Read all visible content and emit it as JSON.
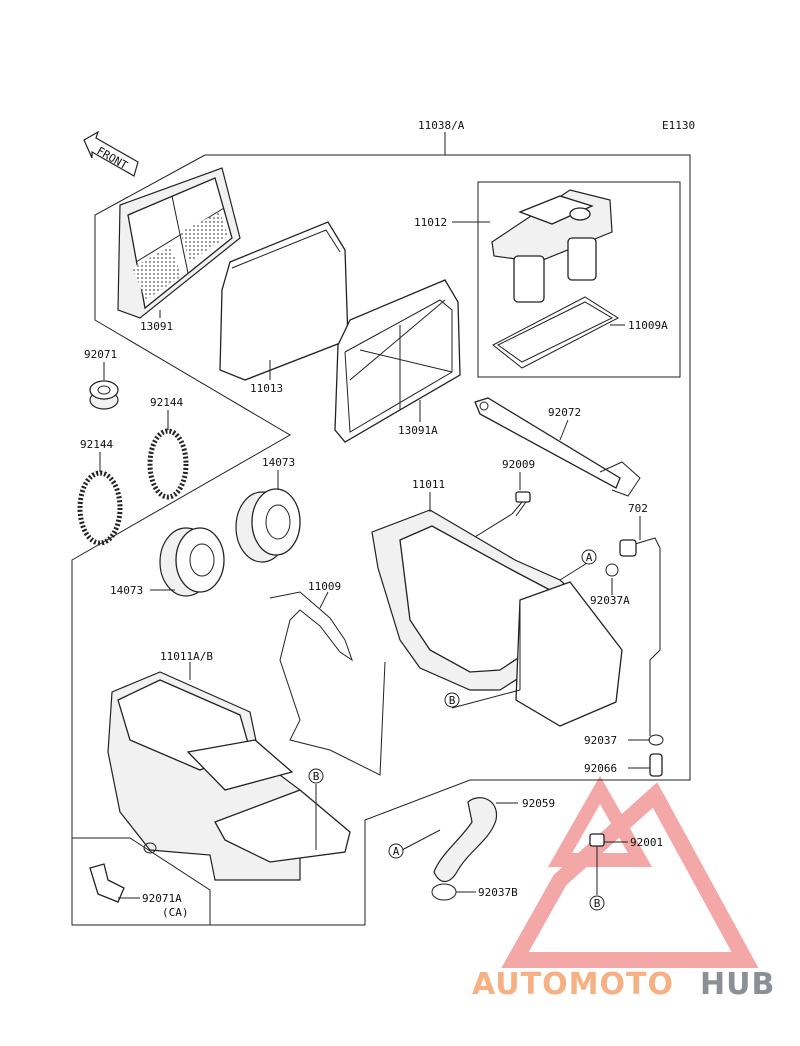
{
  "diagram": {
    "code": "E1130",
    "front_label": "FRONT",
    "parts": {
      "p11038A": "11038/A",
      "p11012": "11012",
      "p11009A": "11009A",
      "p13091": "13091",
      "p11013": "11013",
      "p13091A": "13091A",
      "p92071": "92071",
      "p92144a": "92144",
      "p92144b": "92144",
      "p14073a": "14073",
      "p14073b": "14073",
      "p92072": "92072",
      "p92009": "92009",
      "p11011": "11011",
      "p702": "702",
      "p92037A": "92037A",
      "p11009": "11009",
      "p11011AB": "11011A/B",
      "p92037": "92037",
      "p92066": "92066",
      "p92059": "92059",
      "p92001": "92001",
      "p92037B": "92037B",
      "p92071A": "92071A",
      "p92071A_sub": "(CA)"
    },
    "refs": {
      "a1": "A",
      "b1": "B",
      "b2": "B",
      "a2": "A",
      "b3": "B"
    }
  },
  "watermark": {
    "brand_part1": "AUTOMOTO",
    "brand_part2": "HUB",
    "color_part1": "#f5b183",
    "color_part2": "#8b9097",
    "logo_color": "#f08a8a"
  }
}
